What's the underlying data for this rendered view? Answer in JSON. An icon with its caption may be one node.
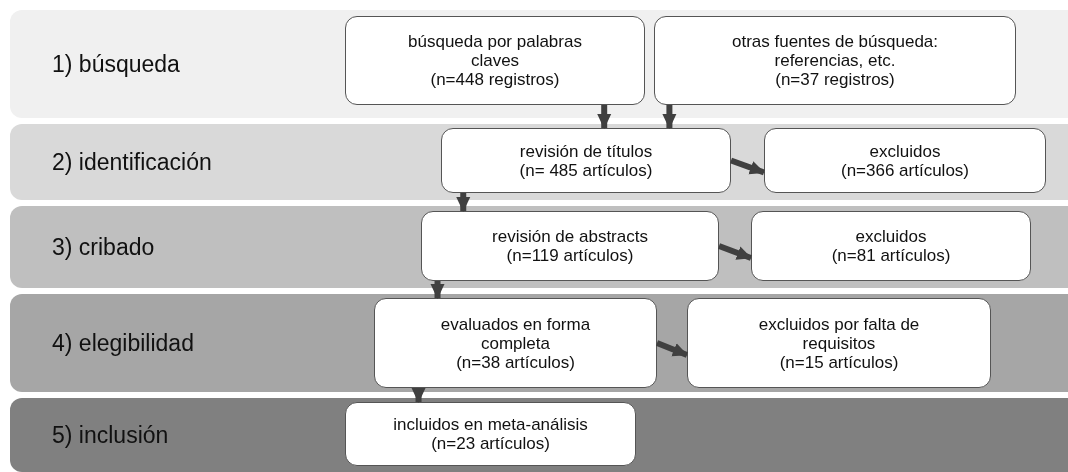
{
  "diagram": {
    "nodes": [
      {
        "text": [
          "1) búsqueda"
        ]
      },
      {
        "text": [
          "búsqueda por palabras claves",
          "(n=448 registros)"
        ],
        "in": 0
      },
      {
        "text": [
          "otras fuentes de búsqueda: referencias, etc.",
          "(n=37 registros)"
        ],
        "in": 0
      },
      {
        "text": [
          "2) identificación"
        ]
      },
      {
        "text": [
          "revisión de títulos",
          "(n= 485 artículos)"
        ],
        "in": 3
      },
      {
        "text": [
          "excluidos",
          "(n=366 artículos)"
        ],
        "in": 3
      },
      {
        "text": [
          "3) cribado"
        ]
      },
      {
        "text": [
          "revisión de abstracts",
          "(n=119 artículos)"
        ],
        "in": 6
      },
      {
        "text": [
          "excluidos",
          "(n=81 artículos)"
        ],
        "in": 6
      },
      {
        "text": [
          "4) elegibilidad"
        ]
      },
      {
        "text": [
          "evaluados en forma completa",
          "(n=38 artículos)"
        ],
        "in": 9
      },
      {
        "text": [
          "excluidos por falta de requisitos",
          "(n=15 artículos)"
        ],
        "in": 9
      },
      {
        "text": [
          "5) inclusión"
        ]
      },
      {
        "text": [
          "incluidos en meta-análisis",
          "(n=23 artículos)"
        ],
        "in": 12
      }
    ],
    "edges": [
      {
        "from": 1,
        "to": 4,
        "arrow": "to"
      },
      {
        "from": 2,
        "to": 4,
        "arrow": "to"
      },
      {
        "from": 4,
        "to": 5,
        "arrow": "to"
      },
      {
        "from": 4,
        "to": 7,
        "arrow": "to"
      },
      {
        "from": 7,
        "to": 8,
        "arrow": "to"
      },
      {
        "from": 7,
        "to": 10,
        "arrow": "to"
      },
      {
        "from": 10,
        "to": 11,
        "arrow": "to"
      },
      {
        "from": 10,
        "to": 13,
        "arrow": "to"
      }
    ]
  }
}
